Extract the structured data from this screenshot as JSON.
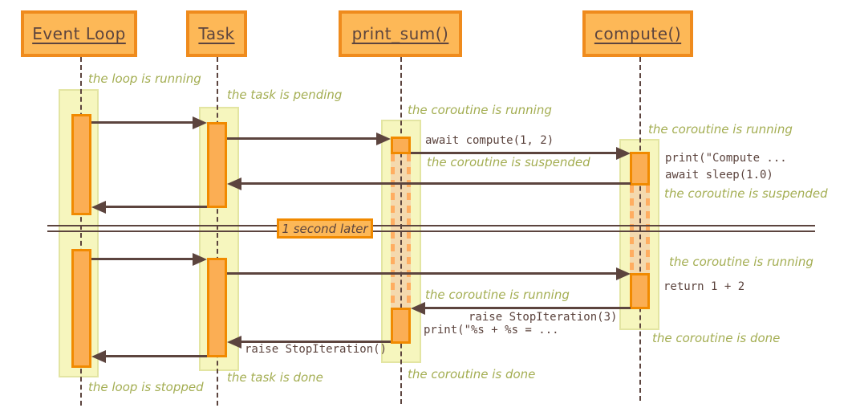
{
  "participants": {
    "event_loop": "Event Loop",
    "task": "Task",
    "print_sum": "print_sum()",
    "compute": "compute()"
  },
  "annotations": {
    "loop_running": "the loop is running",
    "task_pending": "the task is pending",
    "ps_running_1": "the coroutine is running",
    "co_running_1": "the coroutine is running",
    "ps_suspended": "the coroutine is suspended",
    "co_suspended": "the coroutine is suspended",
    "co_running_2": "the coroutine is running",
    "ps_running_2": "the coroutine is running",
    "co_done": "the coroutine is done",
    "ps_done": "the coroutine is done",
    "task_done": "the task is done",
    "loop_stopped": "the loop is stopped"
  },
  "messages": {
    "await_compute": "await compute(1, 2)",
    "print_compute": "print(\"Compute ...",
    "await_sleep": "await sleep(1.0)",
    "return_sum": "return 1 + 2",
    "raise_stop3": "raise StopIteration(3)",
    "print_result": "print(\"%s + %s = ...",
    "raise_stop": "raise StopIteration()"
  },
  "divider": {
    "label": "1 second later"
  },
  "colors": {
    "ink": "#5C443E",
    "green": "#A4AE53",
    "hdr-fill": "#FDB857",
    "hdr-border": "#EF8B1D",
    "bar-fill": "#FBAE54",
    "bar-border": "#F18A00",
    "ycol": "#F6F6BE",
    "ycol-border": "#E3E5A2",
    "susp": "#F4D9AE",
    "dash": "#FFAD61"
  }
}
